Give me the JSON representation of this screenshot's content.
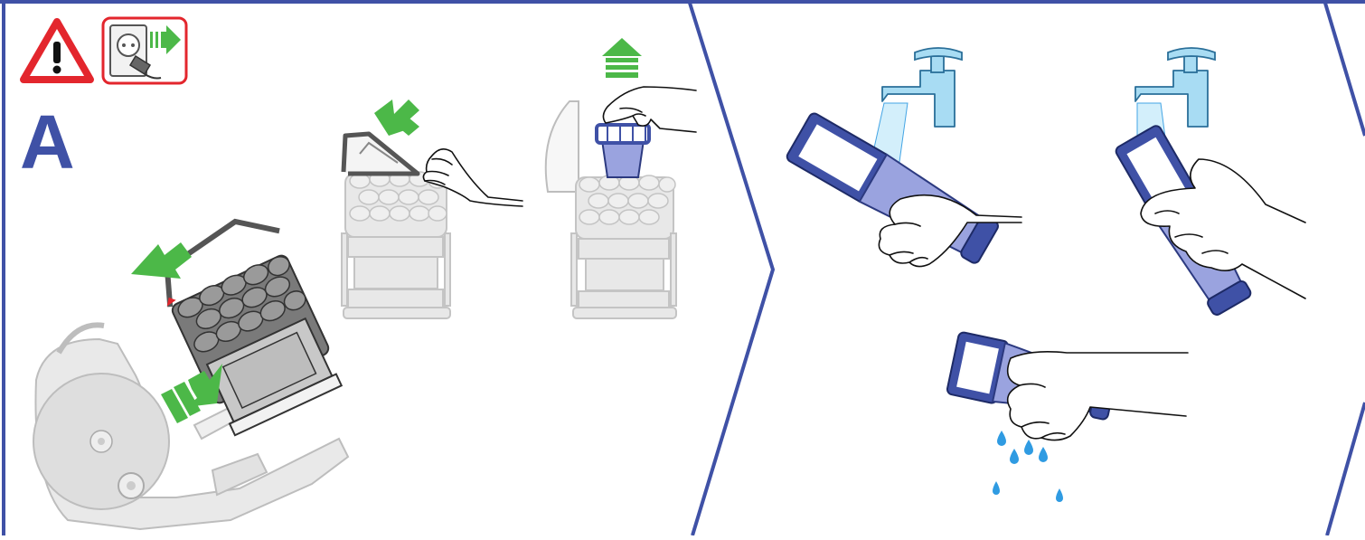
{
  "step": {
    "letter": "A"
  },
  "colors": {
    "frame_blue": "#3f51a6",
    "arrow_green": "#4cb848",
    "warning_red": "#e3262d",
    "water_blue": "#2f9be2",
    "tap_blue": "#a8dcf3",
    "filter_lavender": "#9aa3df",
    "filter_navy": "#3f51a6",
    "machine_grey": "#d9d9d9",
    "outline_grey": "#bdbdbd"
  },
  "icons": {
    "warning": "warning-triangle-icon",
    "unplug": "unplug-from-socket-icon"
  },
  "panels": [
    {
      "name": "step-a-remove-filter",
      "arrows": [
        "green-arrow-down-left",
        "green-arrow-up-right",
        "green-arrow-up-left",
        "green-arrow-up"
      ]
    },
    {
      "name": "wash-filter",
      "water": [
        "tap",
        "tap",
        "drops"
      ]
    }
  ]
}
